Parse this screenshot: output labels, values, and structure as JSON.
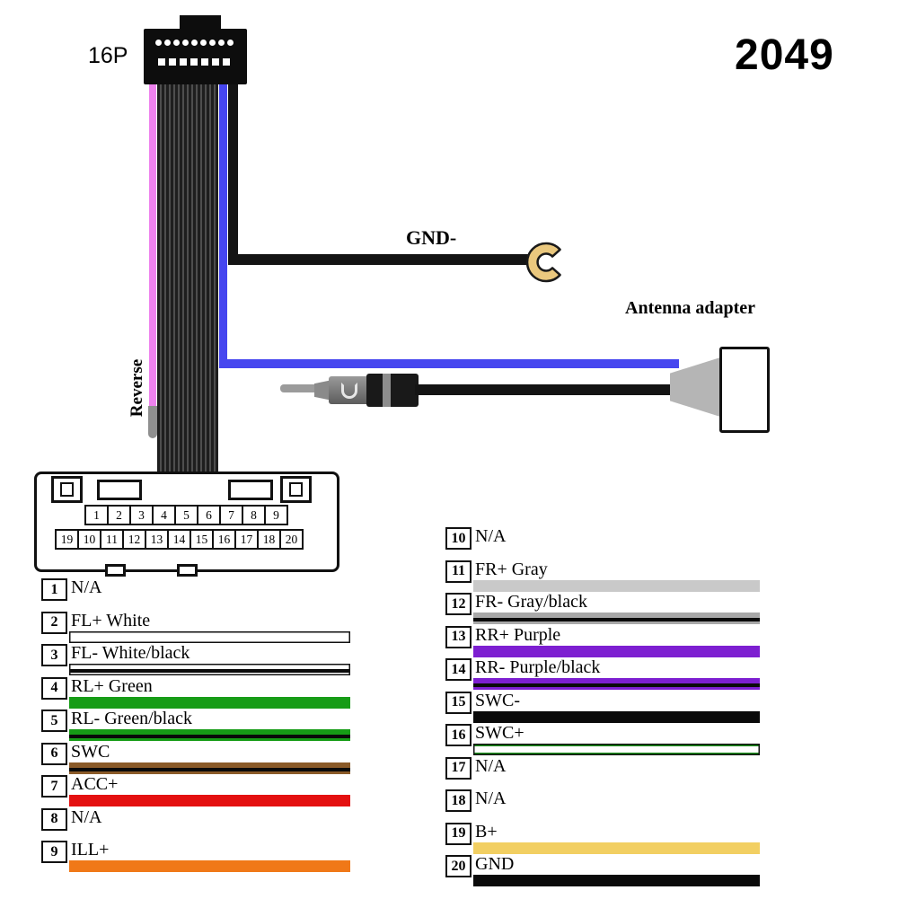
{
  "title": "2049",
  "labels": {
    "connector": "16P",
    "reverse": "Reverse",
    "gnd": "GND-",
    "antenna": "Antenna adapter"
  },
  "colors": {
    "pink_wire": "#ee82ee",
    "blue_wire": "#4646ef",
    "black_wire": "#141414",
    "terminal_gold": "#eac87e"
  },
  "head_connector": {
    "top_pins": 9,
    "bottom_pins": 7
  },
  "harness_connector": {
    "pin_rows": [
      [
        "1",
        "2",
        "3",
        "4",
        "5",
        "6",
        "7",
        "8",
        "9"
      ],
      [
        "19",
        "10",
        "11",
        "12",
        "13",
        "14",
        "15",
        "16",
        "17",
        "18",
        "20"
      ]
    ]
  },
  "wires_left": [
    {
      "pin": "1",
      "label": "N/A",
      "bar": null
    },
    {
      "pin": "2",
      "label": "FL+ White",
      "bar": {
        "color": "#ffffff",
        "style": "solid",
        "outline": true
      }
    },
    {
      "pin": "3",
      "label": "FL- White/black",
      "bar": {
        "color": "#ffffff",
        "stripe": "#0a0a0a",
        "style": "stripe",
        "outline": true
      }
    },
    {
      "pin": "4",
      "label": "RL+ Green",
      "bar": {
        "color": "#169c16",
        "style": "solid"
      }
    },
    {
      "pin": "5",
      "label": "RL- Green/black",
      "bar": {
        "color": "#169c16",
        "stripe": "#0a0a0a",
        "style": "stripe"
      }
    },
    {
      "pin": "6",
      "label": "SWC",
      "bar": {
        "color": "#8a5a28",
        "stripe": "#0a0a0a",
        "style": "stripe"
      }
    },
    {
      "pin": "7",
      "label": "ACC+",
      "bar": {
        "color": "#e41010",
        "style": "solid"
      }
    },
    {
      "pin": "8",
      "label": "N/A",
      "bar": null
    },
    {
      "pin": "9",
      "label": "ILL+",
      "bar": {
        "color": "#f07818",
        "style": "solid"
      }
    }
  ],
  "wires_right": [
    {
      "pin": "10",
      "label": "N/A",
      "bar": null
    },
    {
      "pin": "11",
      "label": "FR+ Gray",
      "bar": {
        "color": "#c9c9c9",
        "style": "solid"
      }
    },
    {
      "pin": "12",
      "label": "FR- Gray/black",
      "bar": {
        "color": "#a8a8a8",
        "stripe": "#0a0a0a",
        "style": "stripe"
      }
    },
    {
      "pin": "13",
      "label": "RR+ Purple",
      "bar": {
        "color": "#7d1fd1",
        "style": "solid"
      }
    },
    {
      "pin": "14",
      "label": "RR- Purple/black",
      "bar": {
        "color": "#7d1fd1",
        "stripe": "#0a0a0a",
        "style": "stripe"
      }
    },
    {
      "pin": "15",
      "label": "SWC-",
      "bar": {
        "color": "#0a0a0a",
        "style": "solid"
      }
    },
    {
      "pin": "16",
      "label": "SWC+",
      "bar": {
        "color": "#1a8c1a",
        "style": "edges",
        "outline": true
      }
    },
    {
      "pin": "17",
      "label": "N/A",
      "bar": null
    },
    {
      "pin": "18",
      "label": "N/A",
      "bar": null
    },
    {
      "pin": "19",
      "label": "B+",
      "bar": {
        "color": "#f2cf62",
        "style": "solid"
      }
    },
    {
      "pin": "20",
      "label": "GND",
      "bar": {
        "color": "#0a0a0a",
        "style": "solid"
      }
    }
  ]
}
